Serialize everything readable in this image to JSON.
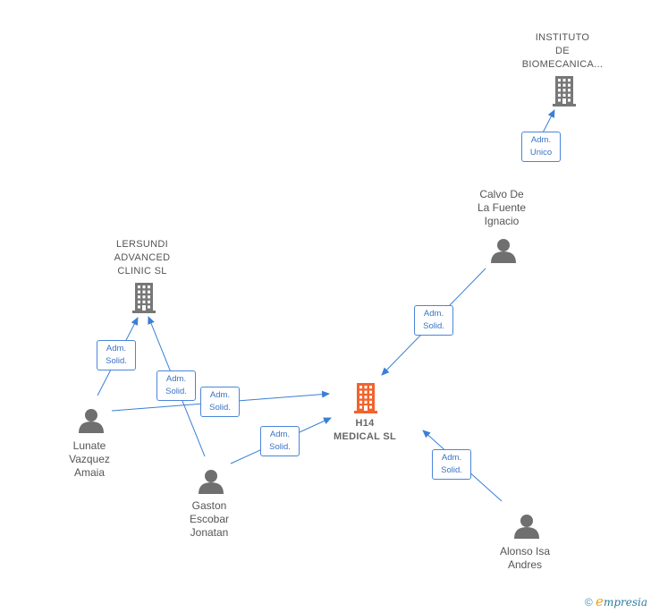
{
  "nodes": {
    "instituto": {
      "label": "INSTITUTO\nDE\nBIOMECANICA...",
      "type": "company"
    },
    "lersundi": {
      "label": "LERSUNDI\nADVANCED\nCLINIC  SL",
      "type": "company"
    },
    "h14": {
      "label": "H14\nMEDICAL  SL",
      "type": "company-focus"
    },
    "calvo": {
      "label": "Calvo De\nLa Fuente\nIgnacio",
      "type": "person"
    },
    "lunate": {
      "label": "Lunate\nVazquez\nAmaia",
      "type": "person"
    },
    "gaston": {
      "label": "Gaston\nEscobar\nJonatan",
      "type": "person"
    },
    "alonso": {
      "label": "Alonso Isa\nAndres",
      "type": "person"
    }
  },
  "edges": [
    {
      "from": "calvo",
      "to": "instituto",
      "label": [
        "Adm.",
        "Unico"
      ]
    },
    {
      "from": "calvo",
      "to": "h14",
      "label": [
        "Adm.",
        "Solid."
      ]
    },
    {
      "from": "lunate",
      "to": "lersundi",
      "label": [
        "Adm.",
        "Solid."
      ]
    },
    {
      "from": "gaston",
      "to": "lersundi",
      "label": [
        "Adm.",
        "Solid."
      ]
    },
    {
      "from": "lunate",
      "to": "h14",
      "label": [
        "Adm.",
        "Solid."
      ]
    },
    {
      "from": "gaston",
      "to": "h14",
      "label": [
        "Adm.",
        "Solid."
      ]
    },
    {
      "from": "alonso",
      "to": "h14",
      "label": [
        "Adm.",
        "Solid."
      ]
    }
  ],
  "colors": {
    "edge": "#3a7fd5",
    "company_icon": "#777777",
    "focus_icon": "#f0642f",
    "person_icon": "#6f6f6f"
  },
  "footer": {
    "copyright": "©",
    "brand_e": "e",
    "brand_rest": "mpresia"
  }
}
